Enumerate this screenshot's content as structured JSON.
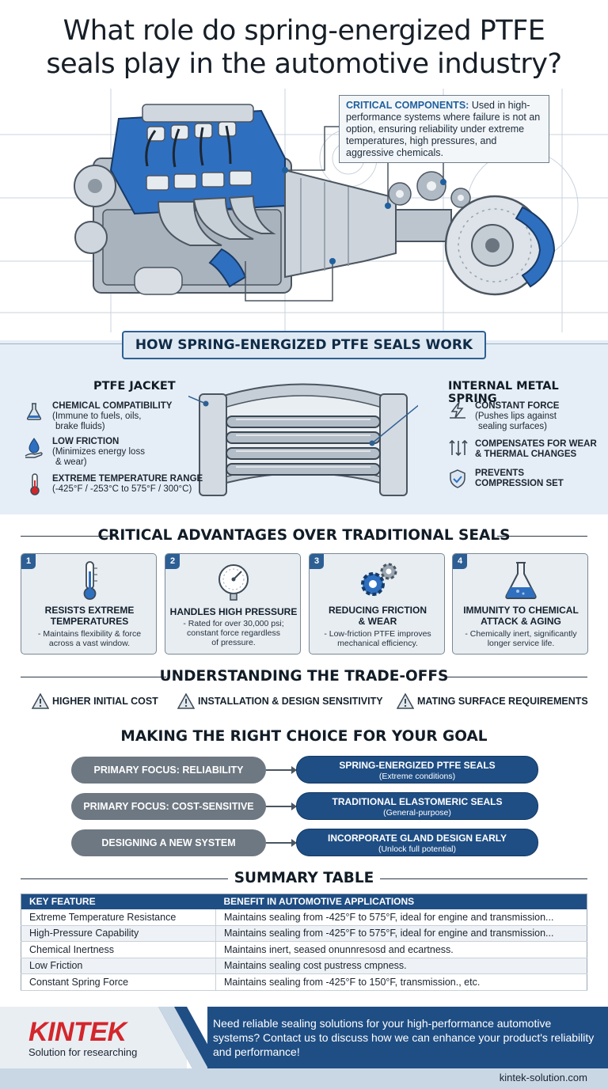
{
  "title_line1": "What role do spring-energized PTFE",
  "title_line2": "seals play in the automotive industry?",
  "callout": {
    "label": "CRITICAL COMPONENTS:",
    "text": "Used in high-performance systems where failure is not an option, ensuring reliability under extreme temperatures, high pressures, and aggressive chemicals."
  },
  "how": {
    "title": "HOW SPRING-ENERGIZED PTFE SEALS WORK",
    "jacket": {
      "heading": "PTFE JACKET",
      "features": [
        {
          "name": "CHEMICAL COMPATIBILITY",
          "desc1": "(Immune to fuels, oils,",
          "desc2": "brake fluids)",
          "icon": "flask-icon"
        },
        {
          "name": "LOW FRICTION",
          "desc1": "(Minimizes energy loss",
          "desc2": "& wear)",
          "icon": "drop-hand-icon"
        },
        {
          "name": "EXTREME TEMPERATURE RANGE",
          "desc1": "(-425°F / -253°C to 575°F / 300°C)",
          "desc2": "",
          "icon": "thermometer-icon"
        }
      ]
    },
    "spring": {
      "heading": "INTERNAL METAL SPRING",
      "features": [
        {
          "name": "CONSTANT FORCE",
          "desc1": "(Pushes lips against",
          "desc2": "sealing surfaces)",
          "icon": "lightning-icon"
        },
        {
          "name": "COMPENSATES FOR WEAR",
          "desc1": "& THERMAL CHANGES",
          "desc2": "",
          "icon": "arrows-icon"
        },
        {
          "name": "PREVENTS",
          "desc1": "COMPRESSION SET",
          "desc2": "",
          "icon": "shield-icon"
        }
      ]
    }
  },
  "advantages": {
    "title": "CRITICAL ADVANTAGES OVER TRADITIONAL SEALS",
    "cards": [
      {
        "num": "1",
        "title1": "RESISTS EXTREME",
        "title2": "TEMPERATURES",
        "desc1": "- Maintains flexibility & force",
        "desc2": "across a vast window.",
        "icon": "thermometer-icon"
      },
      {
        "num": "2",
        "title1": "HANDLES HIGH PRESSURE",
        "title2": "",
        "desc1": "- Rated for over 30,000 psi;",
        "desc2": "constant force regardless",
        "desc3": "of pressure.",
        "icon": "gauge-icon"
      },
      {
        "num": "3",
        "title1": "REDUCING FRICTION",
        "title2": "& WEAR",
        "desc1": "- Low-friction PTFE improves",
        "desc2": "mechanical efficiency.",
        "icon": "gears-icon"
      },
      {
        "num": "4",
        "title1": "IMMUNITY TO CHEMICAL",
        "title2": "ATTACK & AGING",
        "desc1": "- Chemically inert, significantly",
        "desc2": "longer service life.",
        "icon": "flask-icon"
      }
    ]
  },
  "tradeoffs": {
    "title": "UNDERSTANDING THE TRADE-OFFS",
    "items": [
      "HIGHER INITIAL COST",
      "INSTALLATION & DESIGN SENSITIVITY",
      "MATING SURFACE REQUIREMENTS"
    ]
  },
  "choice": {
    "title": "MAKING THE RIGHT CHOICE FOR YOUR GOAL",
    "rows": [
      {
        "focus": "PRIMARY FOCUS: RELIABILITY",
        "result": "SPRING-ENERGIZED PTFE SEALS",
        "note": "(Extreme conditions)"
      },
      {
        "focus": "PRIMARY FOCUS: COST-SENSITIVE",
        "result": "TRADITIONAL ELASTOMERIC SEALS",
        "note": "(General-purpose)"
      },
      {
        "focus": "DESIGNING A NEW SYSTEM",
        "result": "INCORPORATE GLAND DESIGN EARLY",
        "note": "(Unlock full potential)"
      }
    ]
  },
  "summary": {
    "title": "SUMMARY TABLE",
    "headers": [
      "KEY FEATURE",
      "BENEFIT IN AUTOMOTIVE APPLICATIONS"
    ],
    "rows": [
      [
        "Extreme Temperature Resistance",
        "Maintains sealing from -425°F to 575°F, ideal for engine and transmission..."
      ],
      [
        "High-Pressure Capability",
        "Maintains sealing from -425°F to 575°F, ideal for engine and transmission..."
      ],
      [
        "Chemical Inertness",
        "Maintains inert, seased onunnresosd and ecartness."
      ],
      [
        "Low Friction",
        "Maintains sealing cost pustress cmpness."
      ],
      [
        "Constant Spring Force",
        "Maintains sealing from -425°F to 150°F, transmission., etc."
      ]
    ]
  },
  "footer": {
    "logo": "KINTEK",
    "tagline": "Solution for researching",
    "cta": "Need reliable sealing solutions for your high-performance automotive systems? Contact us to discuss how we can enhance your product's reliability and performance!",
    "site": "kintek-solution.com"
  },
  "colors": {
    "accent_blue": "#1f4e84",
    "engine_blue": "#2f6fc0",
    "brand_red": "#d3262b"
  }
}
